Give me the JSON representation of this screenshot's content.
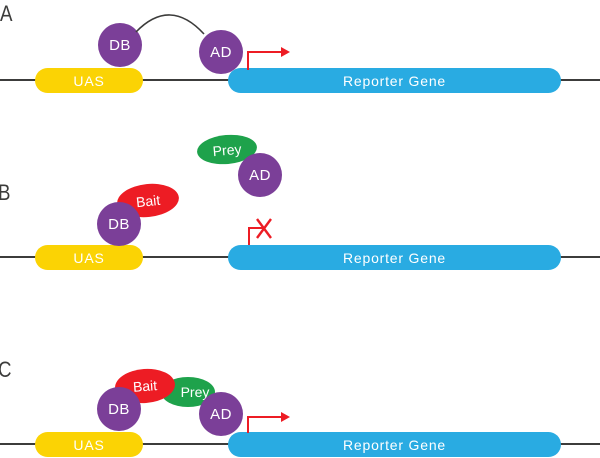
{
  "colors": {
    "domain_purple": "#7b3f98",
    "uas_yellow": "#fbd304",
    "reporter_blue": "#29abe2",
    "bait_red": "#ed1c24",
    "prey_green": "#1ea24b",
    "dna_line_dark": "#3c3c3b",
    "arrow_red": "#ed1c24",
    "shape_text": "#ffffff"
  },
  "panels": [
    {
      "label": "A",
      "db": "DB",
      "ad": "AD",
      "uas": "UAS",
      "reporter_gene": "Reporter Gene",
      "transcription": "active"
    },
    {
      "label": "B",
      "db": "DB",
      "ad": "AD",
      "bait": "Bait",
      "prey": "Prey",
      "uas": "UAS",
      "reporter_gene": "Reporter Gene",
      "transcription": "blocked"
    },
    {
      "label": "C",
      "db": "DB",
      "ad": "AD",
      "bait": "Bait",
      "prey": "Prey",
      "uas": "UAS",
      "reporter_gene": "Reporter Gene",
      "transcription": "active"
    }
  ]
}
